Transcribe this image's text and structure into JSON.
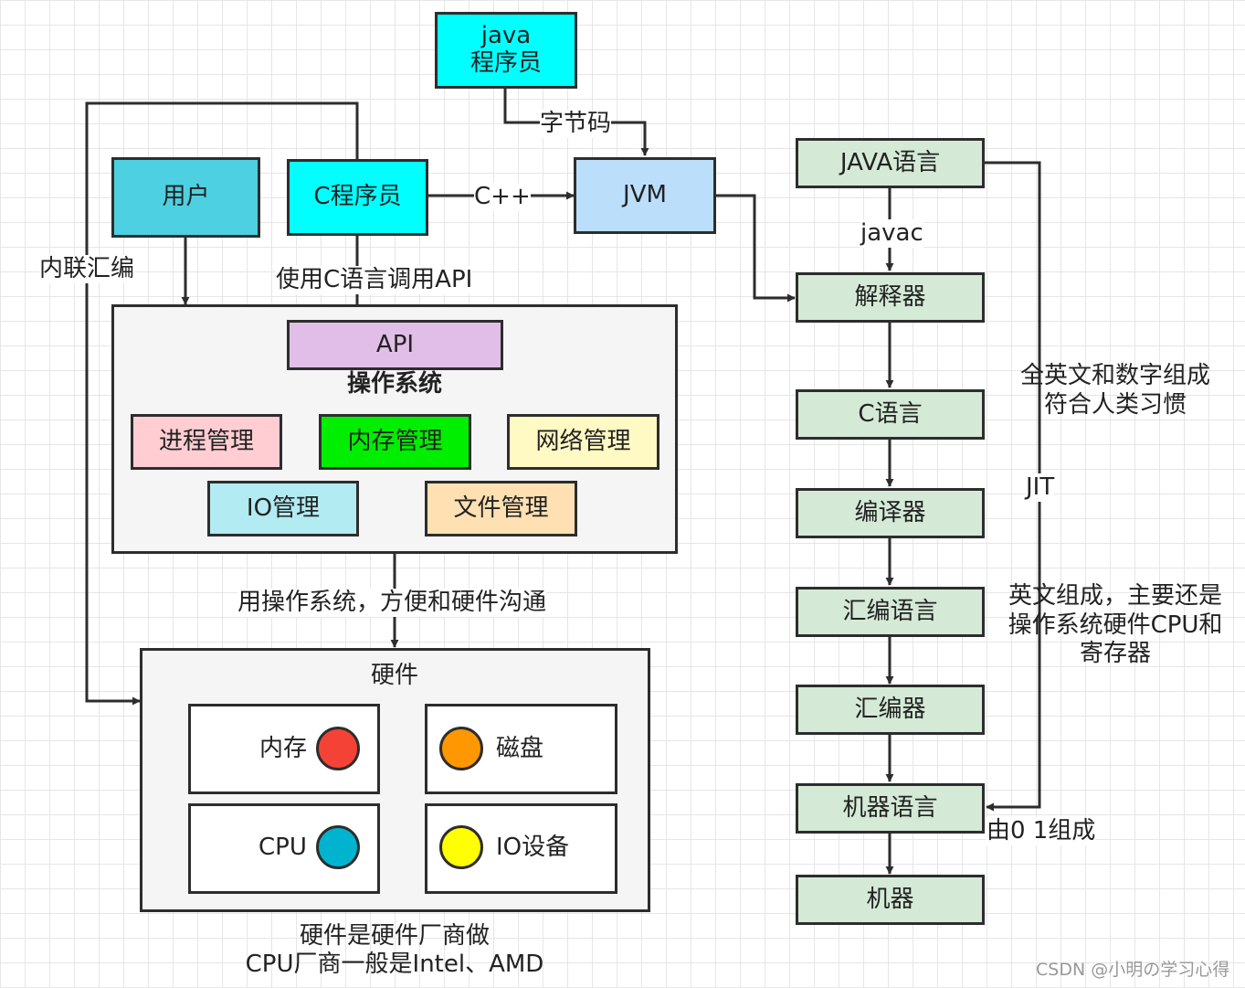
{
  "nodes": {
    "java_programmer": "java\n程序员",
    "user": "用户",
    "c_programmer": "C程序员",
    "jvm": "JVM",
    "api": "API",
    "os_title": "操作系统",
    "process_mgmt": "进程管理",
    "memory_mgmt": "内存管理",
    "network_mgmt": "网络管理",
    "io_mgmt": "IO管理",
    "file_mgmt": "文件管理",
    "hardware_title": "硬件",
    "memory": "内存",
    "disk": "磁盘",
    "cpu": "CPU",
    "io_device": "IO设备"
  },
  "pipeline": {
    "java_lang": "JAVA语言",
    "interpreter": "解释器",
    "c_lang": "C语言",
    "compiler": "编译器",
    "asm_lang": "汇编语言",
    "assembler": "汇编器",
    "machine_lang": "机器语言",
    "machine": "机器"
  },
  "edge_labels": {
    "bytecode": "字节码",
    "cpp": "C++",
    "inline_asm": "内联汇编",
    "use_c_api": "使用C语言调用API",
    "os_hw": "用操作系统，方便和硬件沟通",
    "javac": "javac",
    "jit": "JIT"
  },
  "notes": {
    "english_digits": "全英文和数字组成\n符合人类习惯",
    "english_os": "英文组成，主要还是\n操作系统硬件CPU和\n寄存器",
    "binary": "由0 1组成",
    "hardware_vendor": "硬件是硬件厂商做\nCPU厂商一般是Intel、AMD"
  },
  "watermark": "CSDN @小明の学习心得",
  "colors": {
    "java_programmer": "#00ffff",
    "user": "#4dd0e1",
    "c_programmer": "#00ffff",
    "jvm": "#bbdefb",
    "api": "#e1bee7",
    "process_mgmt": "#ffcdd2",
    "memory_mgmt": "#00ee00",
    "network_mgmt": "#fff9c4",
    "io_mgmt": "#b2ebf2",
    "file_mgmt": "#ffe0b2",
    "pipeline": "#d4ead6",
    "memory_dot": "#f44336",
    "disk_dot": "#ff9800",
    "cpu_dot": "#00b4d0",
    "io_dot": "#ffff00"
  }
}
